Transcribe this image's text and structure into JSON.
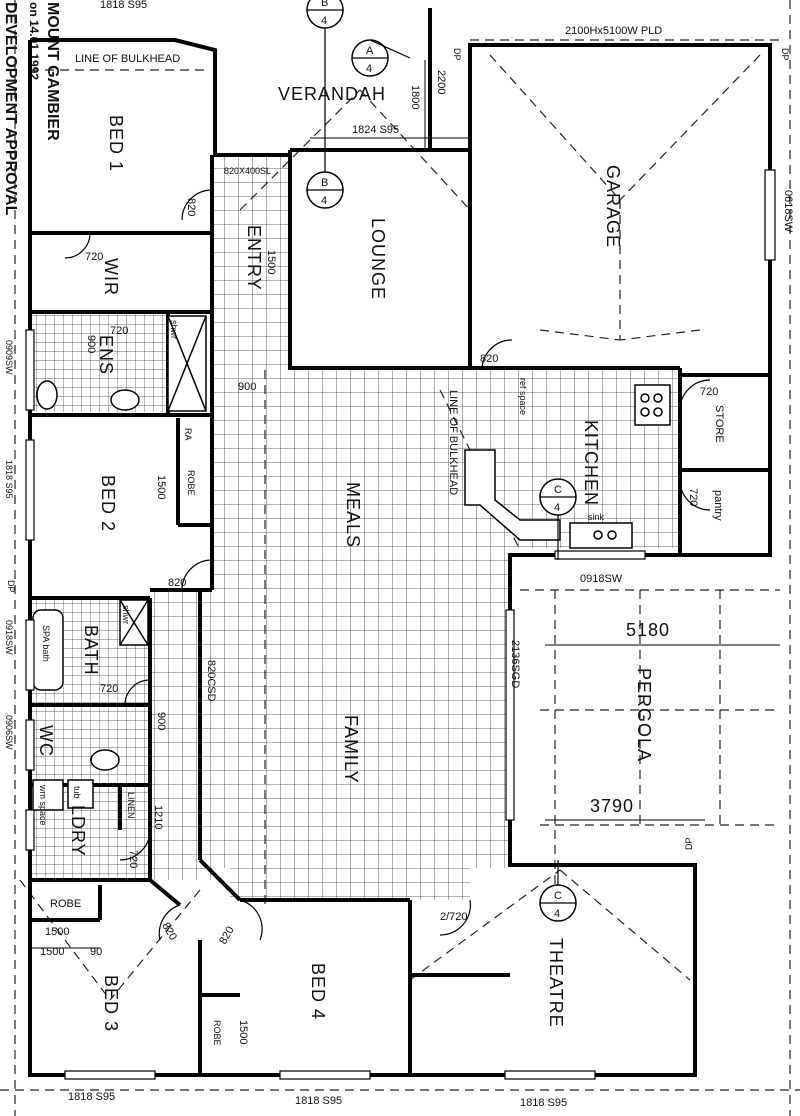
{
  "rooms": {
    "bed1": "BED 1",
    "verandah": "VERANDAH",
    "entry": "ENTRY",
    "lounge": "LOUNGE",
    "garage": "GARAGE",
    "wir": "WIR",
    "ens": "ENS",
    "bed2": "BED 2",
    "meals": "MEALS",
    "kitchen": "KITCHEN",
    "store": "STORE",
    "pantry": "pantry",
    "bath": "BATH",
    "wc": "WC",
    "ldry": "LDRY",
    "linen": "LINEN",
    "family": "FAMILY",
    "pergola": "PERGOLA",
    "theatre": "THEATRE",
    "bed3": "BED 3",
    "bed4": "BED 4"
  },
  "side_text": {
    "council": "MOUNT GAMBIER",
    "date": "on 14.01.1992",
    "approval": "DEVELOPMENT APPROVAL"
  },
  "notes": {
    "bulkhead_top": "LINE OF BULKHEAD",
    "bulkhead_meals": "LINE OF BULKHEAD",
    "garage_door": "2100Hx5100W PLD",
    "ref_space": "ref space",
    "sink": "sink",
    "spa_bath": "SPA bath",
    "tub": "tub",
    "wm_space": "wm space",
    "robe": "ROBE",
    "ra": "RA",
    "shwr": "shwr",
    "dp": "DP"
  },
  "dimensions": {
    "top_cut": "1818 S95",
    "v1800": "1800",
    "v2200": "2200",
    "w1824": "1824 S95",
    "d820x400": "820X400SL",
    "d820_bed1": "820",
    "e1500": "1500",
    "d720_wir": "720",
    "d720_ens": "720",
    "e900": "900",
    "ens900": "900",
    "d900_entry": "900",
    "d820_garage": "820",
    "d720_store": "720",
    "d720_pantry": "720",
    "b2_1500": "1500",
    "d820_bed2": "820",
    "d820csd": "820CSD",
    "d900_mid": "900",
    "d720_bath": "720",
    "w1210": "1210",
    "d720_ldry": "720",
    "sgd": "2136SGD",
    "p5180": "5180",
    "p3790": "3790",
    "d820_a": "820",
    "d820_b": "820",
    "d2120": "2/720",
    "b3_1500": "1500",
    "b3_1500b": "1500",
    "b3_90": "90",
    "b4_1500": "1500",
    "w_garage_right": "0618SW",
    "w_kitchen": "0918SW",
    "w_left1": "0909SW",
    "w_left2": "1818 S95",
    "w_left3": "0918SW",
    "w_left4": "0906SW",
    "w_bot1": "1818 S95",
    "w_bot2": "1818 S95",
    "w_bot3": "1818 S95"
  },
  "section_markers": [
    {
      "letter": "B",
      "num": "4"
    },
    {
      "letter": "A",
      "num": "4"
    },
    {
      "letter": "B",
      "num": "4"
    },
    {
      "letter": "C",
      "num": "4"
    },
    {
      "letter": "C",
      "num": "4"
    }
  ]
}
